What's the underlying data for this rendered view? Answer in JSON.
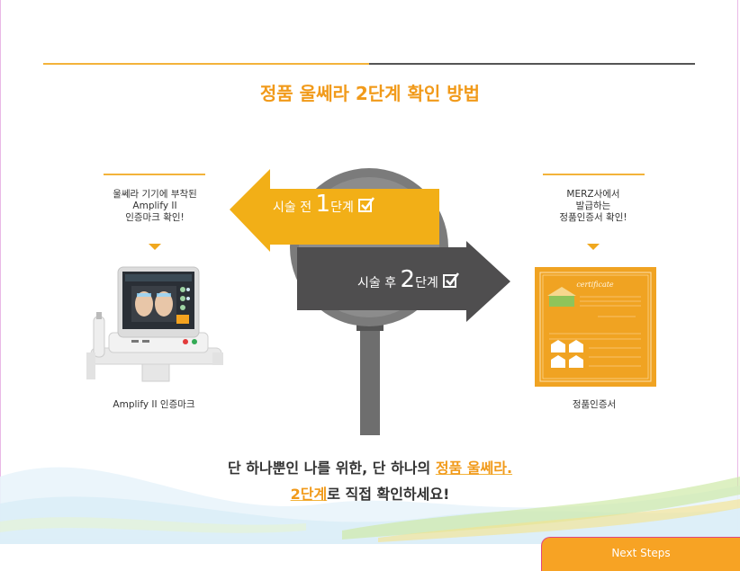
{
  "title": "정품 울쎄라 2단계 확인 방법",
  "left": {
    "lines": [
      "울쎄라 기기에 부착된",
      "Amplify II",
      "인증마크 확인!"
    ],
    "caption": "Amplify II 인증마크"
  },
  "right": {
    "lines": [
      "MERZ사에서",
      "발급하는",
      "정품인증서 확인!"
    ],
    "caption": "정품인증서",
    "cert_title": "certificate"
  },
  "step1": {
    "prefix": "시술 전 ",
    "num": "1",
    "suffix": "단계"
  },
  "step2": {
    "prefix": "시술 후 ",
    "num": "2",
    "suffix": "단계"
  },
  "tagline": {
    "line1_plain": "단 하나뿐인 나를 위한, 단 하나의 ",
    "line1_highlight": "정품 울쎄라.",
    "line2_highlight": "2단계",
    "line2_plain": "로 직접 확인하세요!"
  },
  "next_button": "Next Steps",
  "colors": {
    "accent": "#f19a1a",
    "orange": "#f7a324",
    "dark": "#555555"
  }
}
